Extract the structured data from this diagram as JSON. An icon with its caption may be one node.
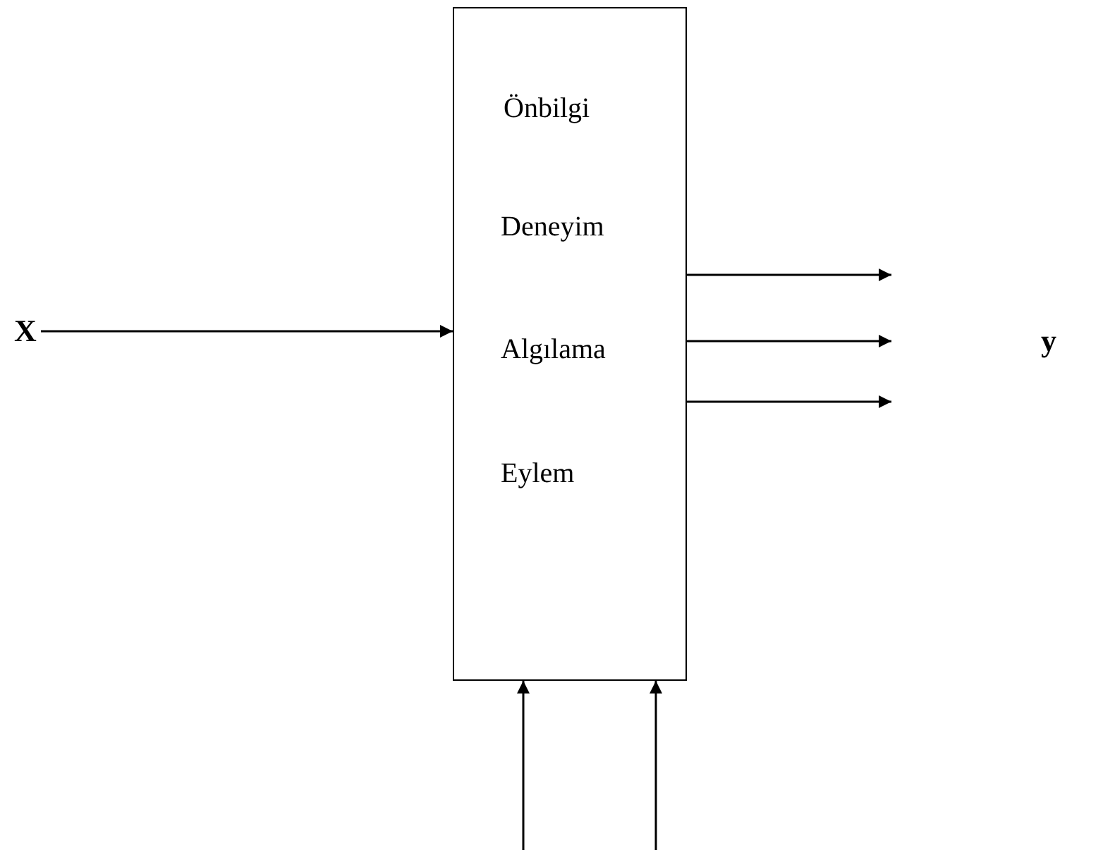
{
  "diagram": {
    "nodes": [
      {
        "text": [
          "Önbilgi",
          "Deneyim",
          "Algılama",
          "Eylem"
        ]
      },
      {
        "text": [
          "X"
        ]
      }
    ],
    "edges": [
      {
        "from": 1,
        "to": 0,
        "arrow": "to"
      },
      {
        "from": 0,
        "to": null,
        "arrow": "to"
      },
      {
        "from": 0,
        "to": null,
        "arrow": "to"
      },
      {
        "from": 0,
        "to": null,
        "arrow": "to"
      },
      {
        "from": null,
        "to": 0,
        "arrow": "to"
      },
      {
        "from": null,
        "to": 0,
        "arrow": "to"
      }
    ],
    "labels": [
      "y"
    ]
  }
}
